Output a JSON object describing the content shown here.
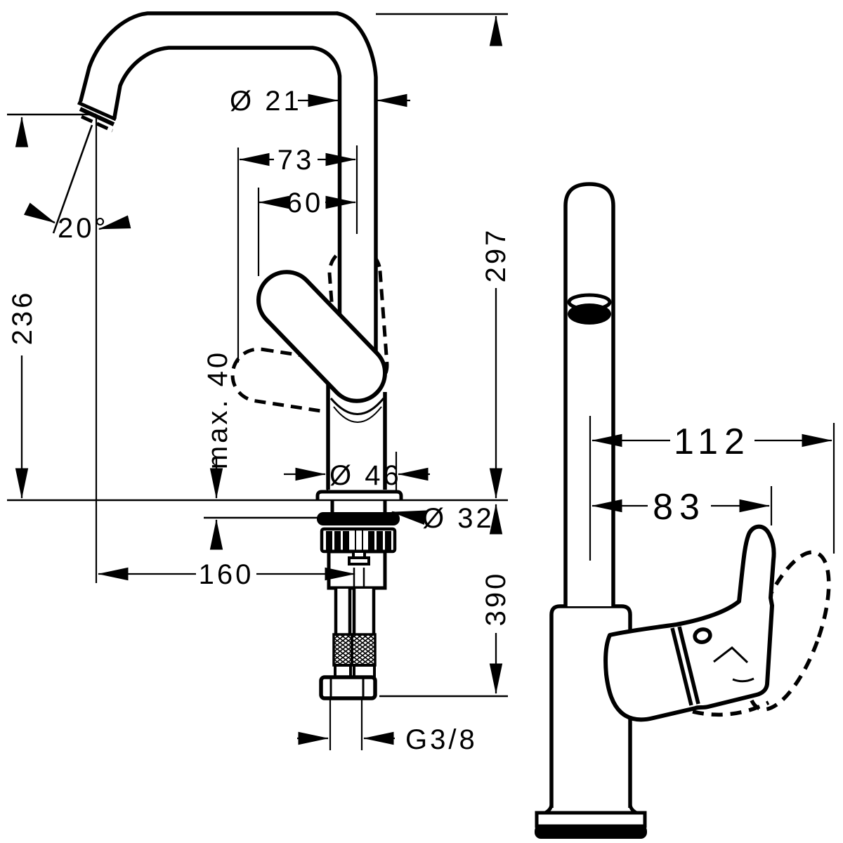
{
  "colors": {
    "background": "#ffffff",
    "line": "#000000"
  },
  "labels": {
    "dia21": "Ø 21",
    "d73": "73",
    "d60": "60",
    "angle20": "20°",
    "d236": "236",
    "d297": "297",
    "max40": "max. 40",
    "dia46": "Ø 46",
    "dia32": "Ø 32",
    "d160": "160",
    "d390": "390",
    "thread": "G3/8",
    "d112": "112",
    "d83": "83"
  },
  "views": {
    "front": {
      "description": "front view of single-lever basin mixer with high swivel spout, mounting shank, supply hoses",
      "dimension_ids": [
        "dia21",
        "d73",
        "d60",
        "angle20",
        "d236",
        "d297",
        "max40",
        "dia46",
        "dia32",
        "d160",
        "d390",
        "thread"
      ]
    },
    "side": {
      "description": "side view with lever handle swing range shown dashed",
      "dimension_ids": [
        "d112",
        "d83"
      ]
    }
  }
}
